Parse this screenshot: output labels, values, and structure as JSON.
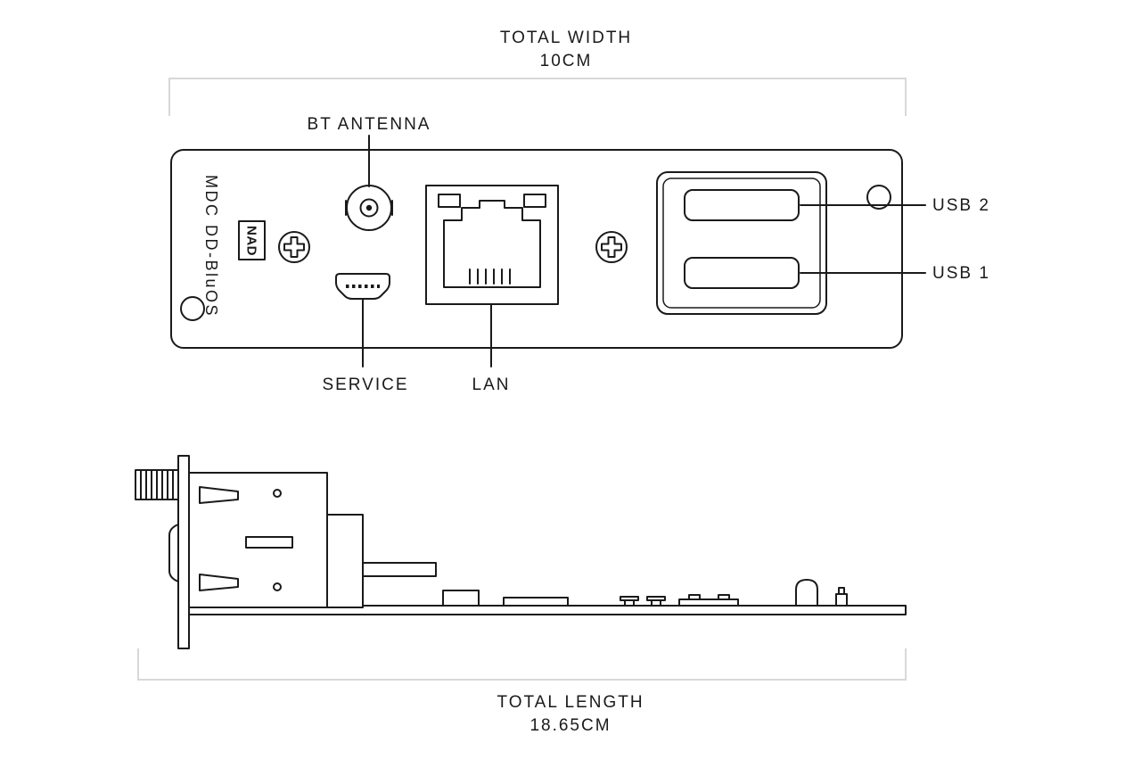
{
  "colors": {
    "line": "#1a1a1a",
    "text": "#1a1a1a",
    "dimension": "#d8d8d8",
    "background": "#ffffff"
  },
  "dimensions": {
    "width": {
      "label": "TOTAL WIDTH",
      "value": "10CM"
    },
    "length": {
      "label": "TOTAL LENGTH",
      "value": "18.65CM"
    }
  },
  "front_panel": {
    "brand": "NAD",
    "module_name": "MDC DD-BluOS",
    "ports": {
      "bt_antenna": "BT ANTENNA",
      "service": "SERVICE",
      "lan": "LAN",
      "usb_2": "USB 2",
      "usb_1": "USB 1"
    }
  }
}
